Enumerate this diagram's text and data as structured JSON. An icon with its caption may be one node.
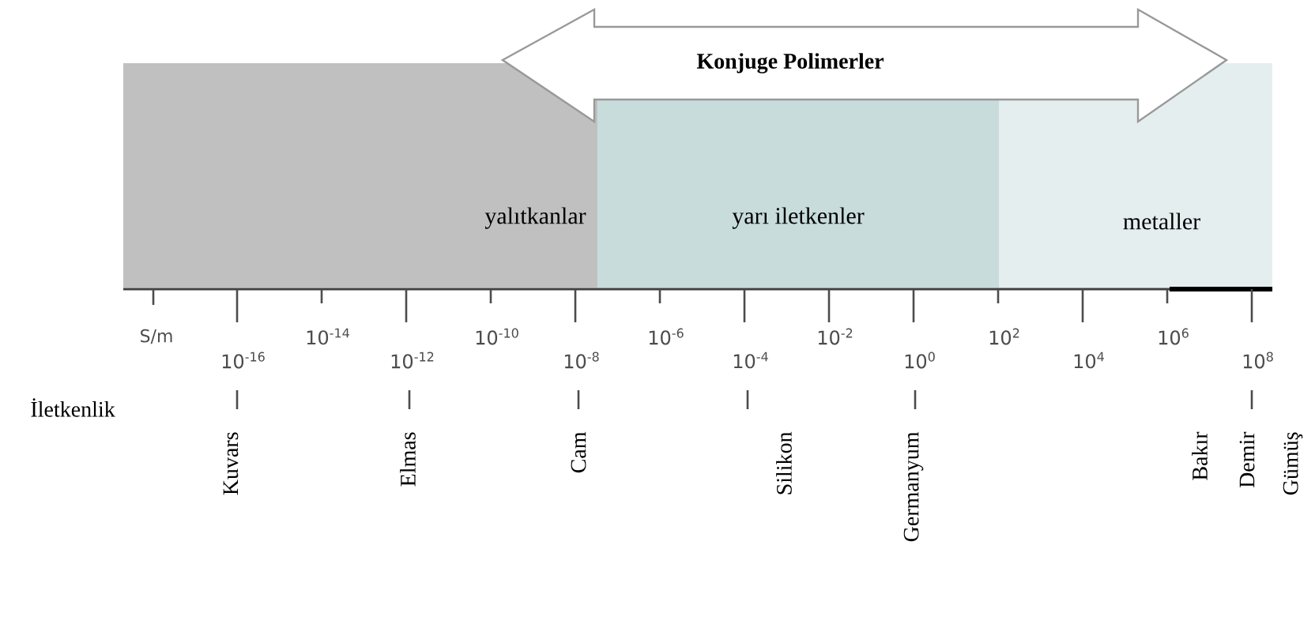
{
  "diagram": {
    "nodes": [
      {
        "text": [
          "Konjuge Polimerler"
        ]
      },
      {
        "text": [
          "yalıtkanlar"
        ]
      },
      {
        "text": [
          "yarı iletkenler"
        ]
      },
      {
        "text": [
          "metaller"
        ]
      }
    ],
    "labels": [
      "S/m",
      "10$^{-16}$",
      "10$^{-14}$",
      "10$^{-12}$",
      "10$^{-10}$",
      "10$^{-8}$",
      "10$^{-6}$",
      "10$^{-4}$",
      "10$^{-2}$",
      "10$^{0}$",
      "10$^{2}$",
      "10$^{4}$",
      "10$^{6}$",
      "10$^{8}$",
      "İletkenlik",
      "Kuvars",
      "Elmas",
      "Cam",
      "Silikon",
      "Germanyum",
      "Bakır",
      "Demir",
      "Gümüş"
    ]
  }
}
